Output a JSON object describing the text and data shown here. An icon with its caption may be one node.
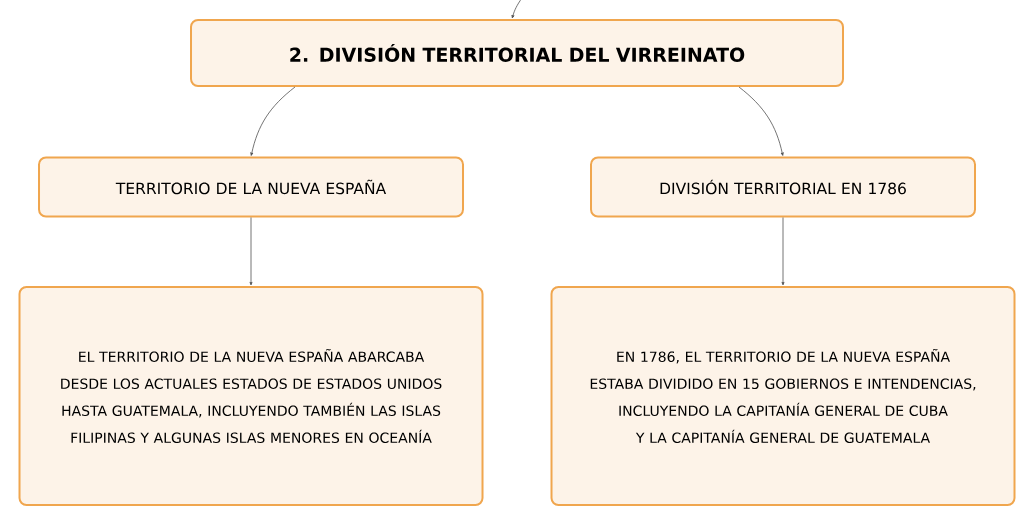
{
  "diagram": {
    "nodes": [
      {
        "text": [
          "2. DIVISIÓN TERRITORIAL DEL VIRREINATO"
        ]
      },
      {
        "text": [
          "TERRITORIO DE LA NUEVA ESPAÑA"
        ]
      },
      {
        "text": [
          "DIVISIÓN TERRITORIAL EN 1786"
        ]
      },
      {
        "text": [
          "EL TERRITORIO DE LA NUEVA ESPAÑA ABARCABA DESDE LOS ACTUALES ESTADOS DE ESTADOS UNIDOS HASTA GUATEMALA, INCLUYENDO TAMBIÉN LAS ISLAS FILIPINAS Y ALGUNAS ISLAS MENORES EN OCEANÍA"
        ]
      },
      {
        "text": [
          "EN 1786, EL TERRITORIO DE LA NUEVA ESPAÑA ESTABA DIVIDIDO EN 15 GOBIERNOS E INTENDENCIAS, INCLUYENDO LA CAPITANÍA GENERAL DE CUBA Y LA CAPITANÍA GENERAL DE GUATEMALA"
        ]
      }
    ],
    "edges": [
      {
        "from": null,
        "to": 0,
        "arrow": "to"
      },
      {
        "from": 0,
        "to": 1,
        "arrow": "to"
      },
      {
        "from": 0,
        "to": 2,
        "arrow": "to"
      },
      {
        "from": 1,
        "to": 3,
        "arrow": "to"
      },
      {
        "from": 2,
        "to": 4,
        "arrow": "to"
      }
    ]
  }
}
